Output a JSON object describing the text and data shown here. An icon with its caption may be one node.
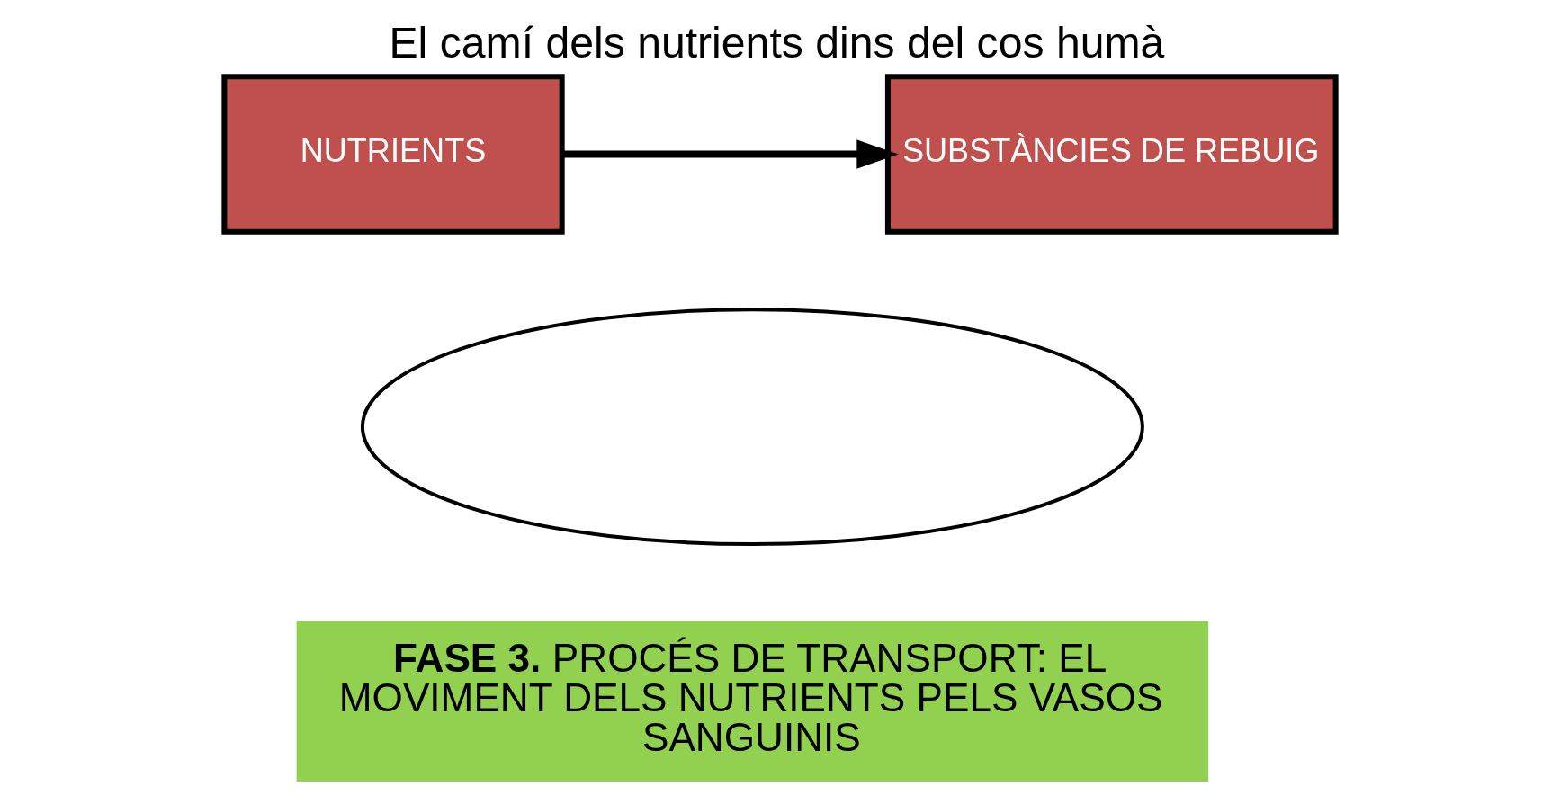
{
  "diagram": {
    "title": "El camí dels nutrients dins del cos humà",
    "nodes": [
      {
        "text": [
          "NUTRIENTS"
        ]
      },
      {
        "text": [
          "SUBSTÀNCIES DE REBUIG"
        ]
      },
      {
        "text": [],
        "shape": "ellipse"
      },
      {
        "text": [
          "**FASE 3.** PROCÉS DE TRANSPORT: EL MOVIMENT DELS NUTRIENTS PELS VASOS SANGUINIS"
        ]
      }
    ],
    "edges": [
      {
        "from": 0,
        "to": 1,
        "arrow": "to"
      }
    ]
  }
}
